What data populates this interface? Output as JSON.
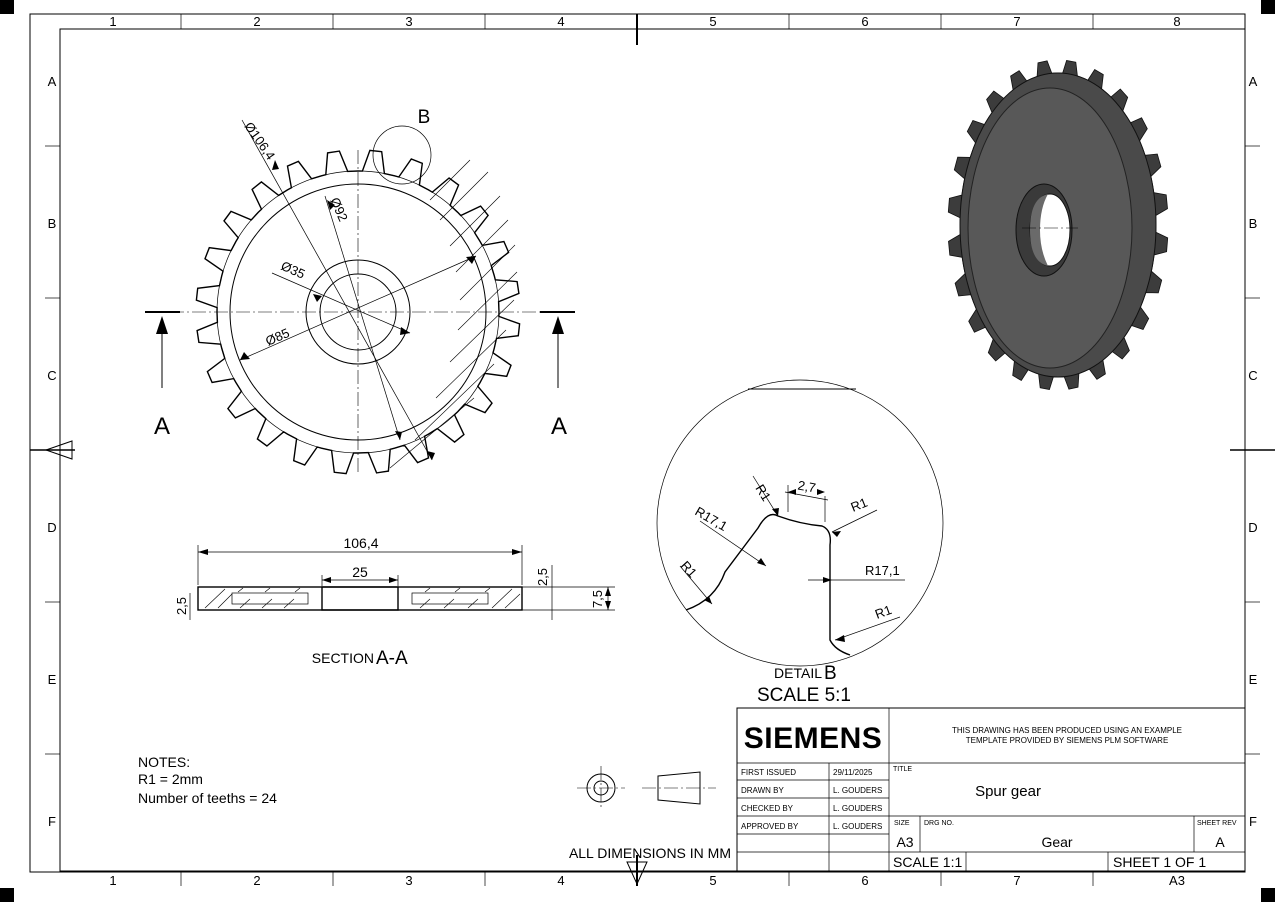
{
  "border": {
    "columns": [
      "1",
      "2",
      "3",
      "4",
      "5",
      "6",
      "7",
      "8"
    ],
    "rows": [
      "A",
      "B",
      "C",
      "D",
      "E",
      "F"
    ]
  },
  "front_view": {
    "cut_label_left": "A",
    "cut_label_right": "A",
    "detail_label": "B",
    "dim_outer": "Ø106,4",
    "dim_pitch": "Ø92",
    "dim_bore": "Ø35",
    "dim_hub": "Ø85"
  },
  "section": {
    "dim_width": "106,4",
    "dim_bore": "25",
    "dim_left": "2,5",
    "dim_right_small": "2,5",
    "dim_thickness": "7,5",
    "caption_prefix": "SECTION",
    "caption_name": "A-A"
  },
  "detail": {
    "r1_top": "R1",
    "tooth_width": "2,7",
    "r1_right_top": "R1",
    "r17_left": "R17,1",
    "r1_left": "R1",
    "r17_right": "R17,1",
    "r1_right_bottom": "R1",
    "caption_prefix": "DETAIL",
    "caption_name": "B",
    "scale": "SCALE 5:1"
  },
  "notes": {
    "heading": "NOTES:",
    "line1": "R1 = 2mm",
    "line2": "Number of teeths = 24"
  },
  "all_dims": "ALL DIMENSIONS IN MM",
  "title_block": {
    "logo": "SIEMENS",
    "disclaimer_line1": "THIS DRAWING HAS BEEN PRODUCED USING AN EXAMPLE",
    "disclaimer_line2": "TEMPLATE PROVIDED BY SIEMENS PLM SOFTWARE",
    "first_issued_label": "FIRST ISSUED",
    "first_issued_value": "29/11/2025",
    "drawn_by_label": "DRAWN BY",
    "drawn_by_value": "L. GOUDERS",
    "checked_by_label": "CHECKED BY",
    "checked_by_value": "L. GOUDERS",
    "approved_by_label": "APPROVED BY",
    "approved_by_value": "L. GOUDERS",
    "title_label": "TITLE",
    "title_value": "Spur gear",
    "size_label": "SIZE",
    "size_value": "A3",
    "drg_no_label": "DRG NO.",
    "drg_no_value": "Gear",
    "sheet_rev_label": "SHEET REV",
    "sheet_rev_value": "A",
    "scale_value": "SCALE 1:1",
    "sheet_value": "SHEET 1 OF 1",
    "format_value": "A3"
  },
  "colors": {
    "line": "#000000",
    "paper": "#ffffff",
    "render_body": "#555555",
    "render_dark": "#2b2b2b"
  }
}
